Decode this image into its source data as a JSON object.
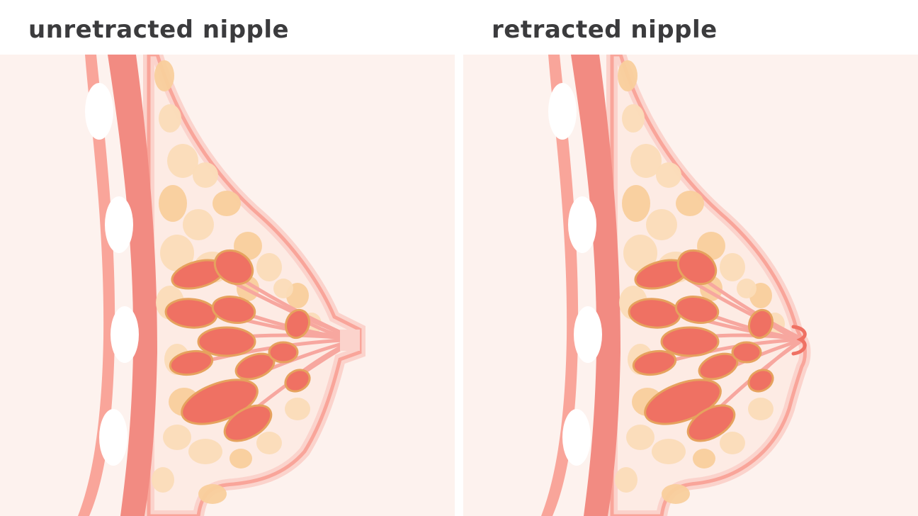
{
  "panels": [
    {
      "title": "unretracted nipple",
      "nipple": "unretracted"
    },
    {
      "title": "retracted nipple",
      "nipple": "retracted"
    }
  ],
  "colors": {
    "background": "#fdf2ee",
    "skin": "#f9a59a",
    "skin_light": "#fbd3cc",
    "muscle": "#f28b82",
    "rib": "#ffffff",
    "fat": "#fbdcb8",
    "fat_dark": "#f9cf9c",
    "lobule": "#ef7163",
    "lobule_edge": "#e6a25e",
    "duct": "#f7a79f"
  }
}
